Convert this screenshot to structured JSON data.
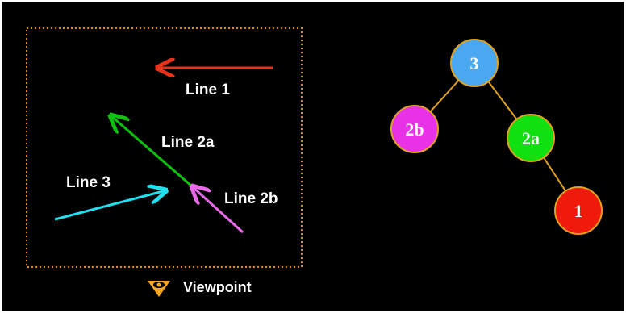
{
  "colors": {
    "background": "#000000",
    "page_border": "#ffffff",
    "frame_border": "#e08a1e",
    "edge": "#e0a21e",
    "node_stroke": "#e0a21e",
    "text": "#ffffff",
    "line1": "#e8321a",
    "line2a": "#10c010",
    "line2b": "#e86ae8",
    "line3": "#20e0f0",
    "viewpoint_icon": "#f5a623"
  },
  "scene": {
    "lines": [
      {
        "id": "line1",
        "label": "Line 1",
        "color_key": "line1"
      },
      {
        "id": "line2a",
        "label": "Line 2a",
        "color_key": "line2a"
      },
      {
        "id": "line2b",
        "label": "Line 2b",
        "color_key": "line2b"
      },
      {
        "id": "line3",
        "label": "Line 3",
        "color_key": "line3"
      }
    ],
    "viewpoint": {
      "label": "Viewpoint",
      "icon": "eye-icon"
    }
  },
  "tree": {
    "nodes": [
      {
        "id": "3",
        "label": "3",
        "color": "#4aa8f0"
      },
      {
        "id": "2b",
        "label": "2b",
        "color": "#e832e8"
      },
      {
        "id": "2a",
        "label": "2a",
        "color": "#10e010"
      },
      {
        "id": "1",
        "label": "1",
        "color": "#f01a0a"
      }
    ],
    "edges": [
      {
        "from": "3",
        "to": "2b"
      },
      {
        "from": "3",
        "to": "2a"
      },
      {
        "from": "2a",
        "to": "1"
      }
    ]
  }
}
